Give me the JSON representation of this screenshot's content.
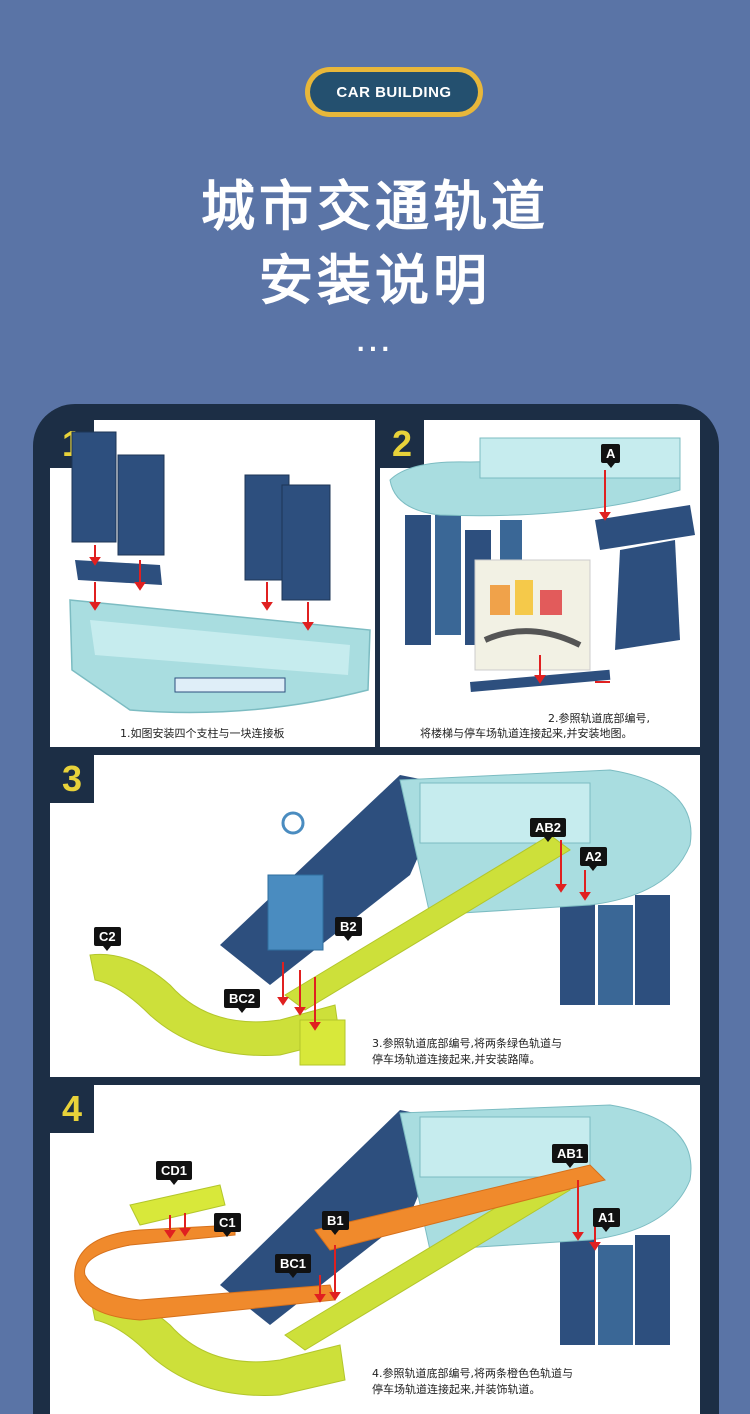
{
  "header": {
    "badge": "CAR BUILDING",
    "title_line1": "城市交通轨道",
    "title_line2": "安装说明",
    "dots": "..."
  },
  "steps": [
    {
      "number": "1",
      "caption": "1.如图安装四个支柱与一块连接板"
    },
    {
      "number": "2",
      "caption_line1": "2.参照轨道底部编号,",
      "caption_line2": "将楼梯与停车场轨道连接起来,并安装地图。",
      "tags": [
        "A"
      ]
    },
    {
      "number": "3",
      "caption_line1": "3.参照轨道底部编号,将两条绿色轨道与",
      "caption_line2": "停车场轨道连接起来,并安装路障。",
      "tags": [
        "AB2",
        "A2",
        "B2",
        "C2",
        "BC2"
      ]
    },
    {
      "number": "4",
      "caption_line1": "4.参照轨道底部编号,将两条橙色色轨道与",
      "caption_line2": "停车场轨道连接起来,并装饰轨道。",
      "tags": [
        "CD1",
        "AB1",
        "A1",
        "C1",
        "B1",
        "BC1"
      ]
    }
  ],
  "colors": {
    "background": "#5a74a6",
    "frame": "#1c2e45",
    "badge_ring": "#e8b73a",
    "badge_fill": "#24506f",
    "step_number": "#e8d23a",
    "track_green": "#cde03a",
    "track_orange": "#f08a2c",
    "pillar_blue": "#2d4f7e",
    "base_cyan": "#a9dde0"
  }
}
